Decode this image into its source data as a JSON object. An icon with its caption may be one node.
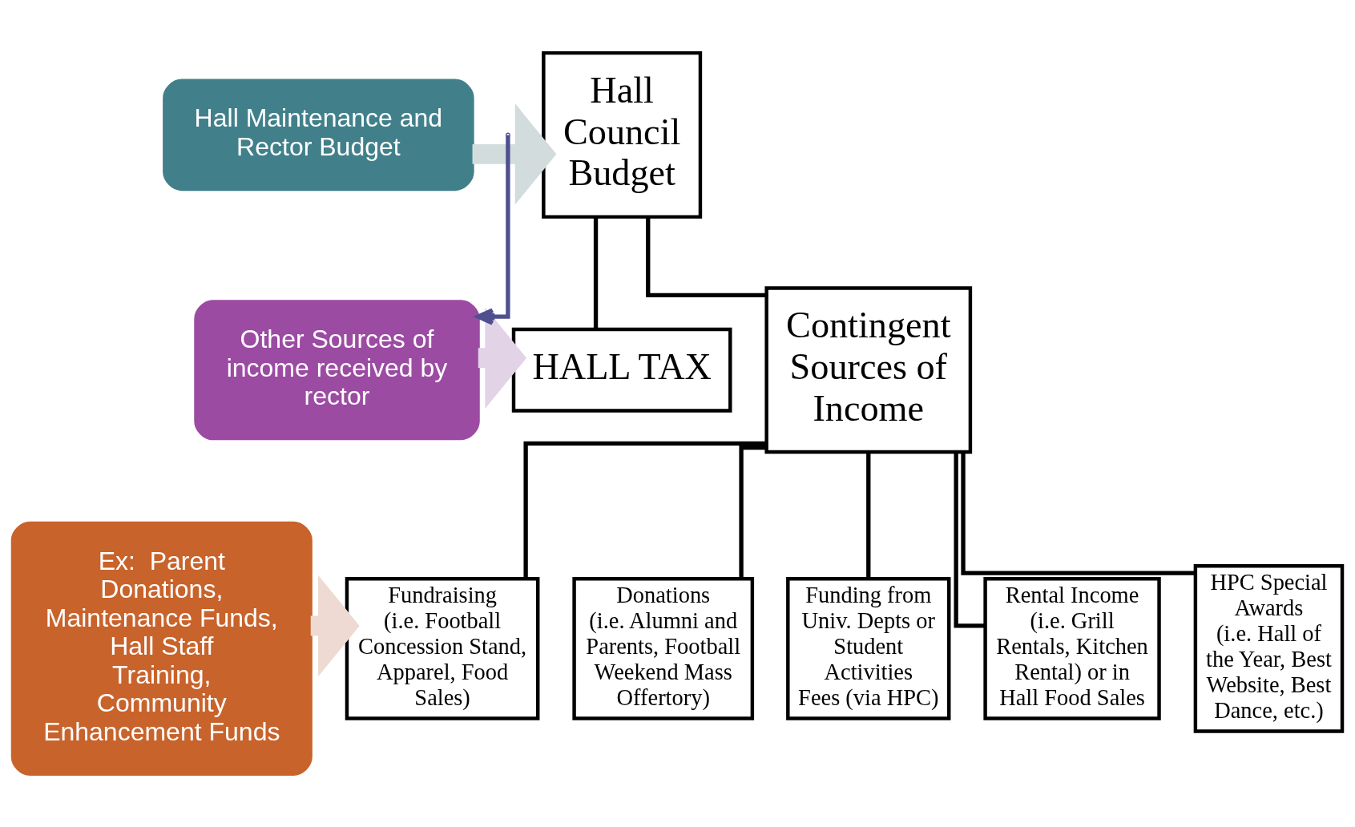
{
  "diagram": {
    "nodes": [
      {
        "text": [
          "Hall Maintenance and Rector Budget"
        ]
      },
      {
        "text": [
          "Hall Council Budget"
        ]
      },
      {
        "text": [
          "Other Sources of income received by rector"
        ]
      },
      {
        "text": [
          "HALL TAX"
        ]
      },
      {
        "text": [
          "Contingent Sources of Income"
        ]
      },
      {
        "text": [
          "Ex:  Parent Donations, Maintenance Funds, Hall Staff Training, Community Enhancement Funds"
        ]
      },
      {
        "text": [
          "Fundraising",
          "(i.e. Football Concession Stand, Apparel, Food Sales)"
        ]
      },
      {
        "text": [
          "Donations",
          "(i.e. Alumni and Parents, Football Weekend Mass Offertory)"
        ]
      },
      {
        "text": [
          "Funding from Univ. Depts or Student Activities Fees (via HPC)"
        ]
      },
      {
        "text": [
          "Rental Income",
          "(i.e. Grill Rentals, Kitchen Rental) or in Hall Food Sales"
        ]
      },
      {
        "text": [
          "HPC Special Awards",
          "(i.e. Hall of the Year, Best Website, Best Dance, etc.)"
        ]
      }
    ],
    "edges": [
      {
        "from": 0,
        "to": 1,
        "arrow": "to",
        "style": "thick",
        "color": "#d3dcdc"
      },
      {
        "from": 1,
        "to": 3,
        "arrow": "none"
      },
      {
        "from": 1,
        "to": 4,
        "arrow": "none"
      },
      {
        "from": null,
        "to": 2,
        "arrow": "to",
        "color": "#4e4f8f"
      },
      {
        "from": 2,
        "to": 3,
        "arrow": "to",
        "style": "thick",
        "color": "#e2d3e6"
      },
      {
        "from": 4,
        "to": 6,
        "arrow": "none"
      },
      {
        "from": 4,
        "to": 7,
        "arrow": "none"
      },
      {
        "from": 4,
        "to": 8,
        "arrow": "none"
      },
      {
        "from": 4,
        "to": 9,
        "arrow": "none"
      },
      {
        "from": 4,
        "to": 10,
        "arrow": "none"
      },
      {
        "from": 5,
        "to": 6,
        "arrow": "to",
        "style": "thick",
        "color": "#eedad2"
      }
    ]
  }
}
